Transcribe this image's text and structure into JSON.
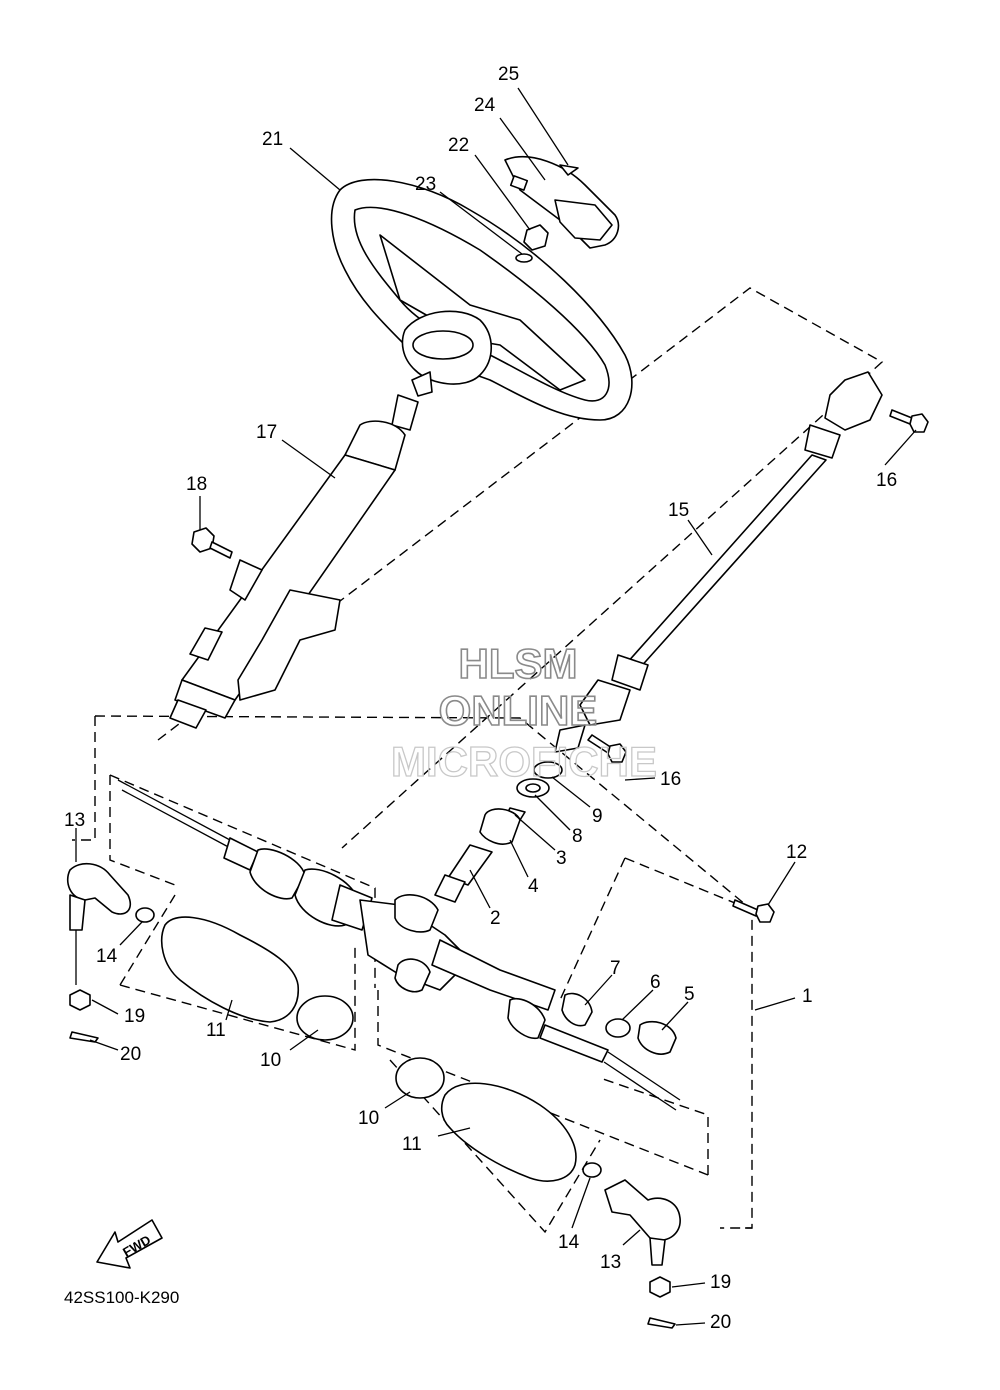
{
  "diagram": {
    "code": "42SS100-K290",
    "watermark": [
      "HLSM",
      "ONLINE",
      "MICROFICHE"
    ],
    "fwd_label": "FWD",
    "callouts": [
      {
        "id": "c25",
        "text": "25"
      },
      {
        "id": "c24",
        "text": "24"
      },
      {
        "id": "c21",
        "text": "21"
      },
      {
        "id": "c22",
        "text": "22"
      },
      {
        "id": "c23",
        "text": "23"
      },
      {
        "id": "c17",
        "text": "17"
      },
      {
        "id": "c18",
        "text": "18"
      },
      {
        "id": "c16a",
        "text": "16"
      },
      {
        "id": "c15",
        "text": "15"
      },
      {
        "id": "c16b",
        "text": "16"
      },
      {
        "id": "c9",
        "text": "9"
      },
      {
        "id": "c8",
        "text": "8"
      },
      {
        "id": "c3",
        "text": "3"
      },
      {
        "id": "c4",
        "text": "4"
      },
      {
        "id": "c2",
        "text": "2"
      },
      {
        "id": "c12",
        "text": "12"
      },
      {
        "id": "c1",
        "text": "1"
      },
      {
        "id": "c7",
        "text": "7"
      },
      {
        "id": "c6",
        "text": "6"
      },
      {
        "id": "c5",
        "text": "5"
      },
      {
        "id": "c13a",
        "text": "13"
      },
      {
        "id": "c14a",
        "text": "14"
      },
      {
        "id": "c19a",
        "text": "19"
      },
      {
        "id": "c20a",
        "text": "20"
      },
      {
        "id": "c11a",
        "text": "11"
      },
      {
        "id": "c10a",
        "text": "10"
      },
      {
        "id": "c10b",
        "text": "10"
      },
      {
        "id": "c11b",
        "text": "11"
      },
      {
        "id": "c14b",
        "text": "14"
      },
      {
        "id": "c13b",
        "text": "13"
      },
      {
        "id": "c19b",
        "text": "19"
      },
      {
        "id": "c20b",
        "text": "20"
      }
    ]
  }
}
